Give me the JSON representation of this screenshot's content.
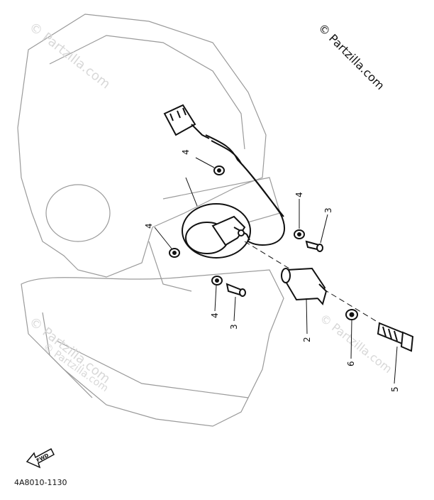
{
  "copyright": "© Partzilla.com",
  "watermarks": [
    "© Partzilla.com",
    "© Partzilla.com",
    "© Partzilla.com",
    "© Partzilla.com"
  ],
  "diagram_code": "4A8010-1130",
  "fwd_label": "FWD",
  "callouts": {
    "c1": "4",
    "c2": "4",
    "c3": "4",
    "c4": "3",
    "c5": "4",
    "c6": "3",
    "c7": "2",
    "c8": "6",
    "c9": "5"
  },
  "parts": [
    {
      "ref": "2",
      "name": "rotor"
    },
    {
      "ref": "3",
      "name": "screw"
    },
    {
      "ref": "4",
      "name": "washer"
    },
    {
      "ref": "5",
      "name": "bolt"
    },
    {
      "ref": "6",
      "name": "washer"
    }
  ]
}
